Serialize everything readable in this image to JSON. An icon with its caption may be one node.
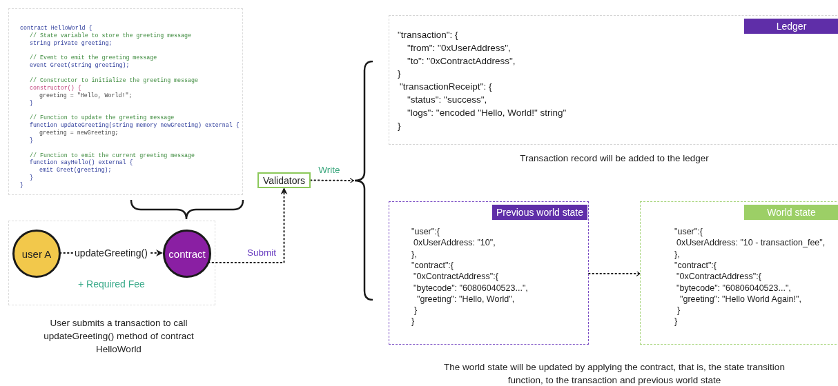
{
  "diagram": {
    "nodes": [
      {
        "text": [
          "contract HelloWorld {",
          "// State variable to store the greeting message",
          "string private greeting;",
          "// Event to emit the greeting message",
          "event Greet(string greeting);",
          "// Constructor to initialize the greeting message",
          "constructor() {",
          "greeting = \"Hello, World!\";",
          "}",
          "// Function to update the greeting message",
          "function updateGreeting(string memory newGreeting) external {",
          "greeting = newGreeting;",
          "}",
          "// Function to emit the current greeting message",
          "function sayHello() external {",
          "emit Greet(greeting);",
          "}",
          "}"
        ]
      },
      {
        "text": [
          "+ Required Fee"
        ],
        "beside": [
          "User submits a transaction to call updateGreeting() method of contract HelloWorld"
        ]
      },
      {
        "text": [
          "user A"
        ],
        "in": 1
      },
      {
        "text": [
          "contract"
        ],
        "in": 1
      },
      {
        "text": [
          "Validators"
        ]
      },
      {
        "text": [],
        "shape": "brace"
      },
      {
        "text": [
          "Ledger",
          "\"transaction\": {",
          "\"from\": \"0xUserAddress\",",
          "\"to\": \"0xContractAddress\",",
          "}",
          "\"transactionReceipt\": {",
          "\"status\": \"success\",",
          "\"logs\": \"encoded \"Hello, World!\" string\"",
          "}"
        ],
        "beside": [
          "Transaction record will be added to the ledger"
        ]
      },
      {
        "text": [
          "Previous world state",
          "\"user\":{",
          "0xUserAddress: \"10\",",
          "},",
          "\"contract\":{",
          "\"0xContractAddress\":{",
          "\"bytecode\": \"60806040523...\",",
          "\"greeting\": \"Hello, World\",",
          "}",
          "}"
        ]
      },
      {
        "text": [
          "World state",
          "\"user\":{",
          "0xUserAddress: \"10 - transaction_fee\",",
          "},",
          "\"contract\":{",
          "\"0xContractAddress\":{",
          "\"bytecode\": \"60806040523...\",",
          "\"greeting\": \"Hello World Again!\",",
          "}",
          "}"
        ]
      }
    ],
    "edges": [
      {
        "from": 2,
        "to": 3,
        "arrow": "to",
        "label": "updateGreeting()"
      },
      {
        "from": 3,
        "to": 4,
        "arrow": "to",
        "label": "Submit"
      },
      {
        "from": 4,
        "to": 5,
        "arrow": "to",
        "label": "Write"
      },
      {
        "from": 7,
        "to": 8,
        "arrow": "to"
      }
    ],
    "labels": [
      "The world state will be updated by applying the contract, that is, the state transition function, to the transaction and previous world state"
    ]
  }
}
